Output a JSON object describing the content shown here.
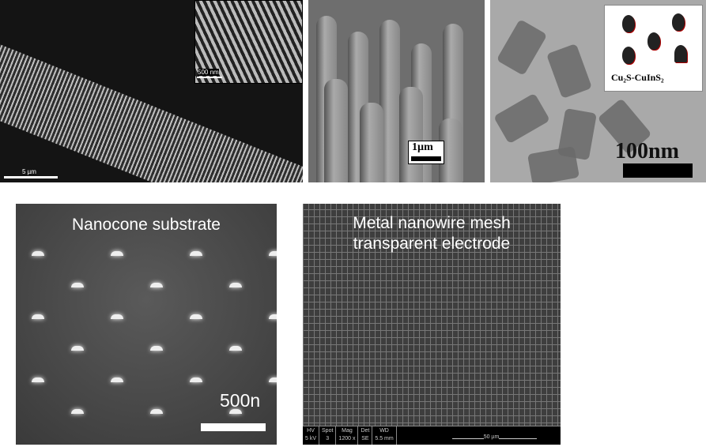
{
  "panels": [
    {
      "name": "nanowire-band",
      "scale_bar": "5 µm",
      "inset_scale_bar": "500 nm"
    },
    {
      "name": "nanopillar-array",
      "scale_bar": "1µm"
    },
    {
      "name": "nanocrystals",
      "scale_bar": "100nm",
      "legend_label": "Cu₂S-CuInS₂"
    },
    {
      "name": "nanocone-substrate",
      "title": "Nanocone substrate",
      "scale_bar": "500n"
    },
    {
      "name": "nanowire-mesh",
      "title_line1": "Metal nanowire mesh",
      "title_line2": "transparent electrode",
      "info_bar": [
        {
          "label": "HV",
          "value": "5 kV"
        },
        {
          "label": "Spot",
          "value": "3"
        },
        {
          "label": "Mag",
          "value": "1200 x"
        },
        {
          "label": "Det",
          "value": "SE"
        },
        {
          "label": "WD",
          "value": "5.5 mm"
        }
      ],
      "scale_bar": "50 µm"
    }
  ]
}
